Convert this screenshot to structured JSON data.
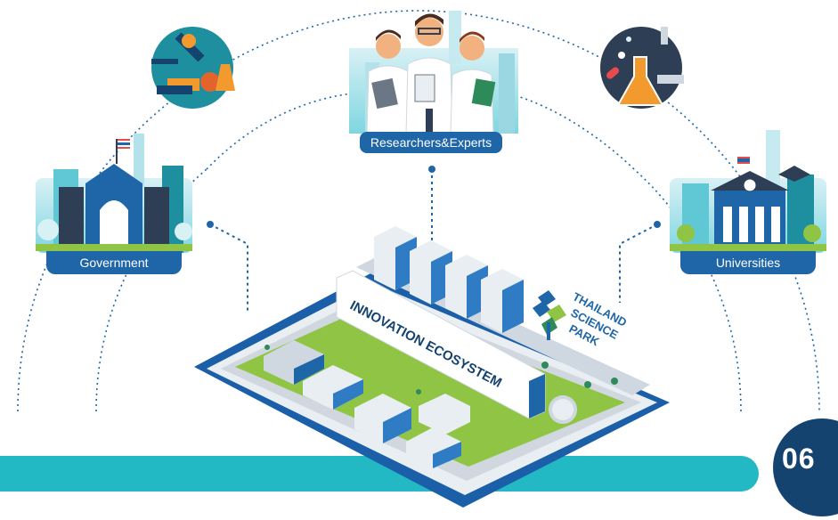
{
  "labels": {
    "government": "Government",
    "researchers": "Researchers&Experts",
    "universities": "Universities"
  },
  "park": {
    "sign_text": "INNOVATION ECOSYSTEM",
    "logo_lines": [
      "THAILAND",
      "SCIENCE",
      "PARK"
    ]
  },
  "page_number": "06",
  "colors": {
    "dark_blue": "#15436f",
    "mid_blue": "#1f66a8",
    "teal": "#22b8c4",
    "grass": "#8fc444",
    "orange": "#f39a2e"
  },
  "icons": [
    "microscope-lab-icon",
    "lab-flask-icon",
    "government-building-icon",
    "university-building-icon",
    "researchers-group-icon",
    "science-park-icon",
    "thailand-flag-icon"
  ]
}
